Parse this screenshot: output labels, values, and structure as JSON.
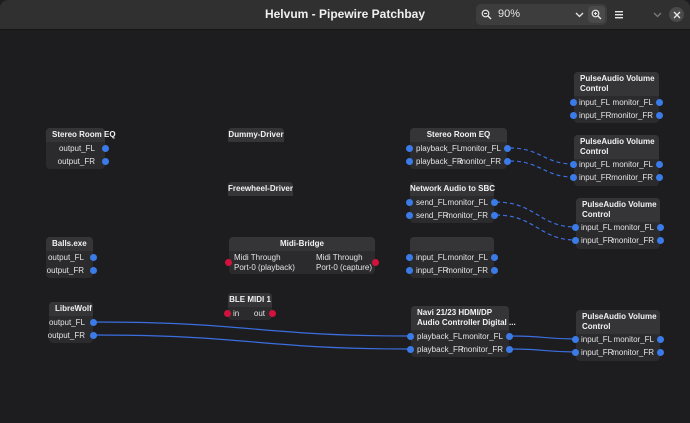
{
  "window": {
    "title": "Helvum - Pipewire Patchbay",
    "zoom": "90%",
    "icons": [
      "zoom-out-icon",
      "chevron-down-icon",
      "zoom-in-icon",
      "hamburger-menu-icon",
      "minimize-icon",
      "close-icon"
    ]
  },
  "colors": {
    "audio_port": "#3b7be8",
    "midi_port": "#d2123c",
    "link": "#3b6fe0"
  },
  "nodes": {
    "stereo_eq_1": {
      "title": "Stereo Room EQ",
      "ports": [
        "output_FL",
        "output_FR"
      ]
    },
    "dummy": {
      "title": "Dummy-Driver"
    },
    "freewheel": {
      "title": "Freewheel-Driver"
    },
    "balls": {
      "title": "Balls.exe",
      "ports": [
        "output_FL",
        "output_FR"
      ]
    },
    "midi_bridge": {
      "title": "Midi-Bridge",
      "in_l1": "Midi Through",
      "in_l2": "Port-0 (playback)",
      "out_l1": "Midi Through",
      "out_l2": "Port-0 (capture)"
    },
    "ble": {
      "title": "BLE MIDI 1",
      "in": "in",
      "out": "out"
    },
    "librewolf": {
      "title": "LibreWolf",
      "ports": [
        "output_FL",
        "output_FR"
      ]
    },
    "stereo_eq_2": {
      "title": "Stereo Room EQ",
      "in": [
        "playback_FL",
        "playback_FR"
      ],
      "out": [
        "monitor_FL",
        "monitor_FR"
      ]
    },
    "network": {
      "title": "Network Audio to SBC",
      "in": [
        "send_FL",
        "send_FR"
      ],
      "out": [
        "monitor_FL",
        "monitor_FR"
      ]
    },
    "unnamed": {
      "in": [
        "input_FL",
        "input_FR"
      ],
      "out": [
        "monitor_FL",
        "monitor_FR"
      ]
    },
    "navi": {
      "title_l1": "Navi 21/23 HDMI/DP",
      "title_l2": "Audio Controller Digital ...",
      "in": [
        "playback_FL",
        "playback_FR"
      ],
      "out": [
        "monitor_FL",
        "monitor_FR"
      ]
    },
    "pavu_1": {
      "title_l1": "PulseAudio Volume",
      "title_l2": "Control",
      "in": [
        "input_FL",
        "input_FR"
      ],
      "out": [
        "monitor_FL",
        "monitor_FR"
      ]
    },
    "pavu_2": {
      "title_l1": "PulseAudio Volume",
      "title_l2": "Control",
      "in": [
        "input_FL",
        "input_FR"
      ],
      "out": [
        "monitor_FL",
        "monitor_FR"
      ]
    },
    "pavu_3": {
      "title_l1": "PulseAudio Volume",
      "title_l2": "Control",
      "in": [
        "input_FL",
        "input_FR"
      ],
      "out": [
        "monitor_FL",
        "monitor_FR"
      ]
    },
    "pavu_4": {
      "title_l1": "PulseAudio Volume",
      "title_l2": "Control",
      "in": [
        "input_FL",
        "input_FR"
      ],
      "out": [
        "monitor_FL",
        "monitor_FR"
      ]
    }
  }
}
